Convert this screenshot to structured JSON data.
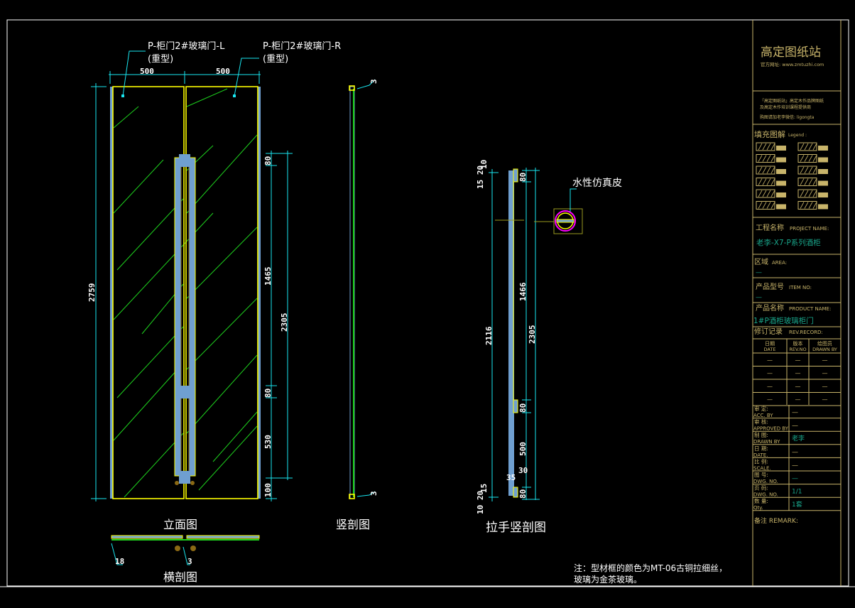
{
  "drawing": {
    "door_left_label": "P-柜门2#玻璃门-L",
    "door_right_label": "P-柜门2#玻璃门-R",
    "heavy_type": "(重型)",
    "view_elevation": "立面图",
    "view_vertical_section": "竖剖图",
    "view_handle_section": "拉手竖剖图",
    "view_cross_section": "横剖图",
    "material_label": "水性仿真皮",
    "note_line1": "注：型材框的颜色为MT-06古铜拉细丝，",
    "note_line2": "玻璃为金茶玻璃。",
    "dims": {
      "width_left": "500",
      "width_right": "500",
      "height_total": "2759",
      "e_80a": "80",
      "e_1465": "1465",
      "e_80b": "80",
      "e_530": "530",
      "e_100": "100",
      "e_2305": "2305",
      "vs_top": "3",
      "vs_bottom": "3",
      "cs_18": "18",
      "cs_3": "3",
      "h_10": "10",
      "h_15_20": "15 20",
      "h_80a": "80",
      "h_1466": "1466",
      "h_80b": "80",
      "h_500": "500",
      "h_30": "30",
      "h_35": "35",
      "h_80c": "80",
      "h_2116": "2116",
      "h_2305": "2305",
      "h_15": "15",
      "h_10_20": "10 20"
    }
  },
  "title_block": {
    "brand": "高定图纸站",
    "website": "官方网址: www.zmtuzhi.com",
    "desc1": "「高定图纸站」高定木作品牌图纸",
    "desc2": "及高定木作培训课程提供商",
    "contact": "购图请加老李微信: ligongta",
    "legend_title": "填充图解",
    "legend_en": "Legend :",
    "project_label": "工程名称",
    "project_label_en": "PROJECT NAME:",
    "project_value": "老李-X7-P系列酒柜",
    "area_label": "区域",
    "area_label_en": "AREA:",
    "area_value": "—",
    "item_label": "产品型号",
    "item_label_en": "ITEM NO:",
    "item_value": "—",
    "product_label": "产品名称",
    "product_label_en": "PRODUCT NAME:",
    "product_value": "1#P酒柜玻璃柜门",
    "rev_label": "修订记录",
    "rev_label_en": "REV.RECORD:",
    "rev_headers": [
      {
        "cn": "日期",
        "en": "DATE"
      },
      {
        "cn": "版本",
        "en": "REV.NO"
      },
      {
        "cn": "绘图员",
        "en": "DRAWN BY"
      }
    ],
    "rev_rows": [
      [
        "—",
        "—",
        "—"
      ],
      [
        "—",
        "—",
        "—"
      ],
      [
        "—",
        "—",
        "—"
      ],
      [
        "—",
        "—",
        "—"
      ]
    ],
    "fields": [
      {
        "cn": "审    定:",
        "en": "ACC. BY",
        "value": "—",
        "accent": false
      },
      {
        "cn": "审    核:",
        "en": "APPROVED BY",
        "value": "—",
        "accent": false
      },
      {
        "cn": "制    图:",
        "en": "DRAWN BY",
        "value": "老李",
        "accent": true
      },
      {
        "cn": "日    期:",
        "en": "DATE.",
        "value": "—",
        "accent": false
      },
      {
        "cn": "比    例:",
        "en": "SCALE.",
        "value": "—",
        "accent": false
      },
      {
        "cn": "图    号:",
        "en": "DWG. NO.",
        "value": "—",
        "accent": true
      },
      {
        "cn": "页    码:",
        "en": "DWG. NO.",
        "value": "1/1",
        "accent": true
      },
      {
        "cn": "数    量:",
        "en": "Qty.",
        "value": "1套",
        "accent": true
      }
    ],
    "remark_label": "备注 REMARK:"
  },
  "colors": {
    "frame": "#ffff00",
    "dimension": "#19e6f0",
    "glass_hatch": "#1ed21e",
    "profile": "#6f9fd0",
    "title_gold": "#c8b46a",
    "title_teal": "#19a58a"
  }
}
